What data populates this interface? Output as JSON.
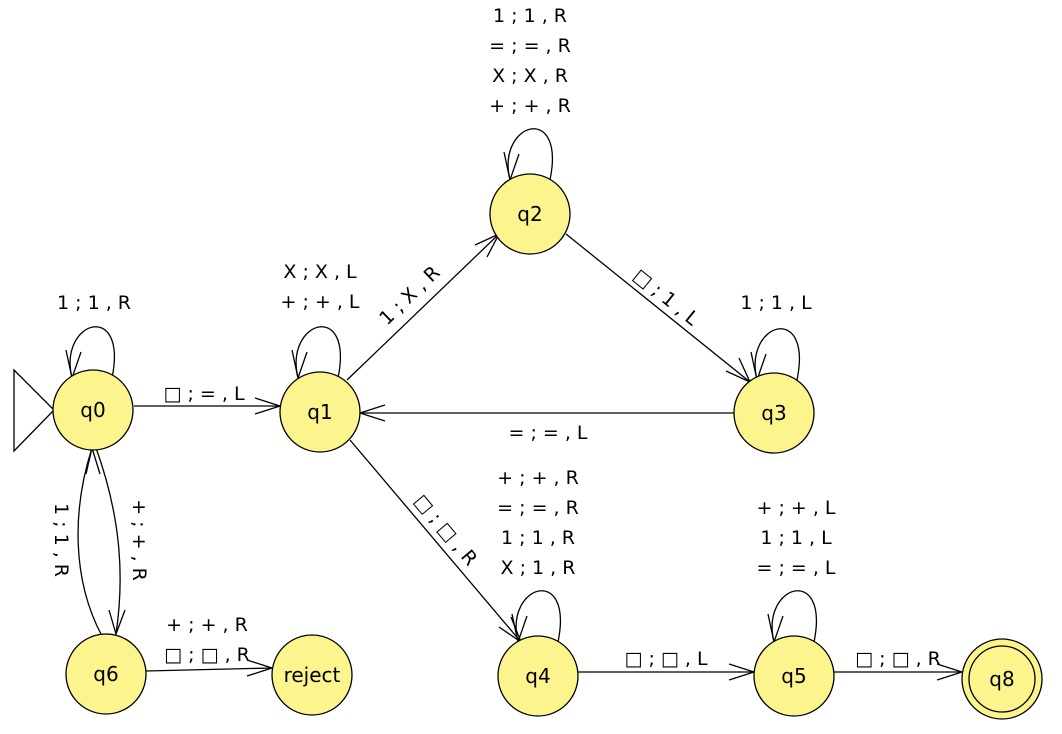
{
  "diagram": {
    "states": {
      "q0": "q0",
      "q1": "q1",
      "q2": "q2",
      "q3": "q3",
      "q4": "q4",
      "q5": "q5",
      "q6": "q6",
      "q8": "q8",
      "reject": "reject"
    },
    "transitions": {
      "q0_loop": [
        "1 ; 1 , R"
      ],
      "q0_q1": [
        "□ ; = , L"
      ],
      "q0_q6": [
        "+ ; + , R"
      ],
      "q6_q0": [
        "1 ; 1 , R"
      ],
      "q6_reject": [
        "+ ; + , R",
        "□ ; □ , R"
      ],
      "q1_loop": [
        "X ; X , L",
        "+ ; + , L"
      ],
      "q1_q2": [
        "1 ; X , R"
      ],
      "q1_q4": [
        "□ ; □ , R"
      ],
      "q2_loop": [
        "1 ; 1 , R",
        "= ; = , R",
        "X ; X , R",
        "+ ; + , R"
      ],
      "q2_q3": [
        "□ ; 1 , L"
      ],
      "q3_loop": [
        "1 ; 1 , L"
      ],
      "q3_q1": [
        "= ; = , L"
      ],
      "q4_loop": [
        "+ ; + , R",
        "= ; = , R",
        "1 ; 1 , R",
        "X ; 1 , R"
      ],
      "q4_q5": [
        "□ ; □ , L"
      ],
      "q5_loop": [
        "+ ; + , L",
        "1 ; 1 , L",
        "= ; = , L"
      ],
      "q5_q8": [
        "□ ; □ , R"
      ]
    }
  }
}
